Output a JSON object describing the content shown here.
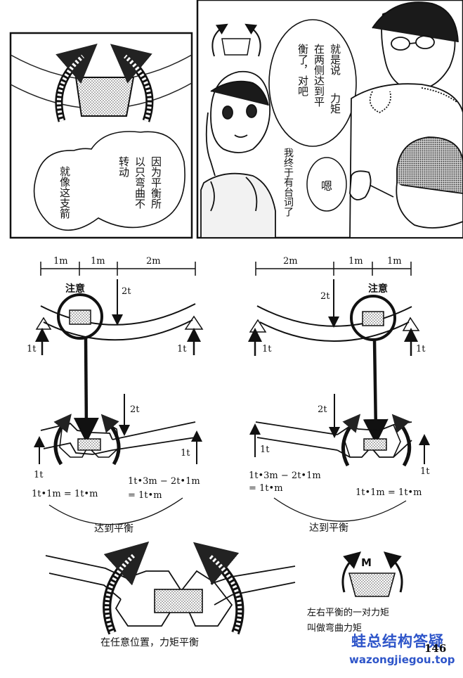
{
  "panel1": {
    "bubble_a": [
      "因为平衡所",
      "以只弯曲不",
      "转动"
    ],
    "bubble_b": [
      "就像这支箭"
    ]
  },
  "panel2": {
    "bubble_top": [
      "就是说",
      "在两侧达到平",
      "衡了，对吧",
      "力矩"
    ],
    "bubble_mid": "嗯",
    "side_text": [
      "我终于有台词了"
    ]
  },
  "diagram_left": {
    "dims": [
      "1m",
      "1m",
      "2m"
    ],
    "load": "2t",
    "attention": "注意",
    "reactions": [
      "1t",
      "1t"
    ],
    "detail_load": "2t",
    "detail_reactions": [
      "1t",
      "1t"
    ],
    "eq_left": "1t•1m = 1t•m",
    "eq_right_1": "1t•3m − 2t•1m",
    "eq_right_2": "= 1t•m",
    "balance": "达到平衡"
  },
  "diagram_right": {
    "dims": [
      "2m",
      "1m",
      "1m"
    ],
    "load": "2t",
    "attention": "注意",
    "reactions": [
      "1t",
      "1t"
    ],
    "detail_load": "2t",
    "detail_reactions": [
      "1t",
      "1t"
    ],
    "eq_left_1": "1t•3m − 2t•1m",
    "eq_left_2": "= 1t•m",
    "eq_right": "1t•1m = 1t•m",
    "balance": "达到平衡"
  },
  "bottom": {
    "caption_left": "在任意位置，力矩平衡",
    "m_label": "M",
    "caption_right_1": "左右平衡的一对力矩",
    "caption_right_2": "叫做弯曲力矩"
  },
  "page_number": "146",
  "watermark": "蛙总结构答疑",
  "watermark_url": "wazongjiegou.top"
}
